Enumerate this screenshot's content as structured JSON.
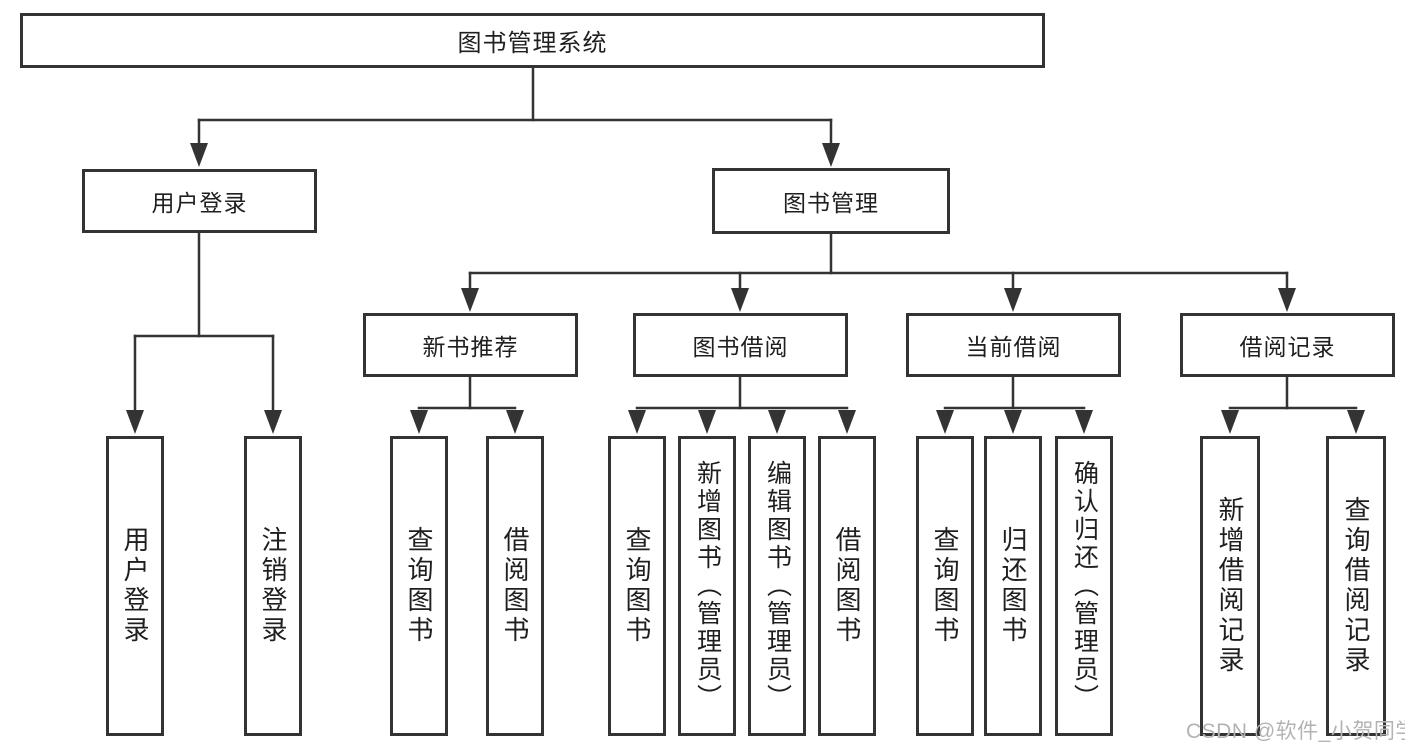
{
  "watermark": "CSDN @软件_小贺同学",
  "colors": {
    "line": "#333333",
    "text": "#1f1f1f",
    "watermark": "#b3b3b3",
    "background": "#ffffff"
  },
  "tree": {
    "root": "图书管理系统",
    "branches": [
      {
        "label": "用户登录",
        "children": [
          "用户登录",
          "注销登录"
        ]
      },
      {
        "label": "图书管理",
        "groups": [
          {
            "label": "新书推荐",
            "children": [
              "查询图书",
              "借阅图书"
            ]
          },
          {
            "label": "图书借阅",
            "children": [
              "查询图书",
              "新增图书（管理员）",
              "编辑图书（管理员）",
              "借阅图书"
            ]
          },
          {
            "label": "当前借阅",
            "children": [
              "查询图书",
              "归还图书",
              "确认归还（管理员）"
            ]
          },
          {
            "label": "借阅记录",
            "children": [
              "新增借阅记录",
              "查询借阅记录"
            ]
          }
        ]
      }
    ]
  }
}
